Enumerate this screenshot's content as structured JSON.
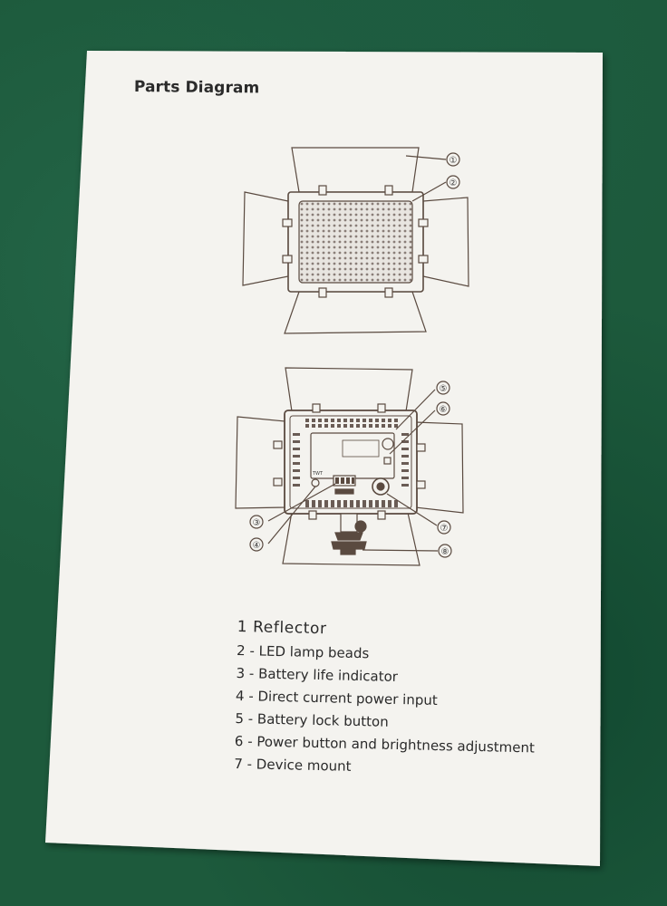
{
  "document": {
    "title": "Parts Diagram",
    "diagram_callouts": [
      "①",
      "②",
      "③",
      "④",
      "⑤",
      "⑥",
      "⑦",
      "⑧"
    ],
    "battery_label": "TWT",
    "parts": [
      "1  Reflector",
      "2 - LED lamp beads",
      "3 - Battery life indicator",
      "4 - Direct current power input",
      "5 - Battery lock button",
      "6 - Power button and brightness adjustment",
      "7 - Device mount"
    ]
  },
  "colors": {
    "background": "#1d5a3c",
    "paper": "#f4f3ef",
    "ink": "#2a2a2a",
    "line": "#5a4a40"
  }
}
